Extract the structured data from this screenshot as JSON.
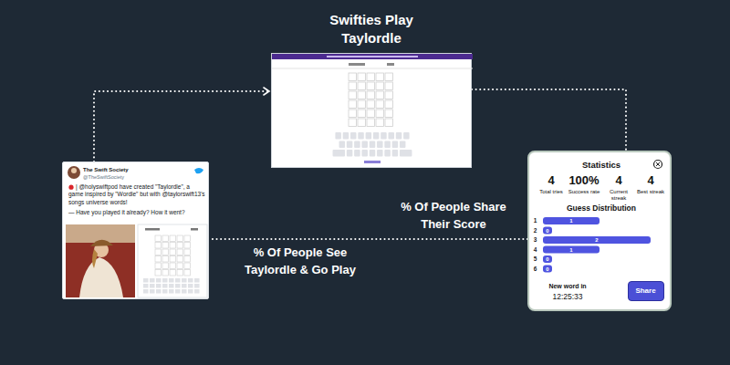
{
  "diagram": {
    "nodes": [
      {
        "text": [
          "Swifties Play Taylordle"
        ]
      },
      {
        "text": [
          "The Swift Society",
          "@TheSwiftSociety",
          "| @holyswiftpod have created \"Taylordle\", a game inspired by \"Wordle\" but with @taylorswift13's songs universe words!",
          "— Have you played it already? How it went?"
        ]
      },
      {
        "text": [
          "Statistics",
          "4",
          "Total tries",
          "100%",
          "Success rate",
          "4",
          "Current streak",
          "4",
          "Best streak",
          "Guess Distribution",
          "New word in",
          "12:25:33"
        ]
      },
      {
        "text": [
          "Share"
        ],
        "in": 2
      }
    ],
    "edges": [
      {
        "from": 1,
        "to": 0,
        "arrow": "to"
      },
      {
        "from": 0,
        "to": 2,
        "arrow": "none"
      },
      {
        "from": 2,
        "to": 1,
        "arrow": "none"
      }
    ],
    "labels": [
      "% Of People See Taylordle & Go Play",
      "% Of People Share Their Score",
      "1",
      "1",
      "2",
      "0",
      "3",
      "2",
      "4",
      "1",
      "5",
      "0",
      "6",
      "0"
    ]
  }
}
